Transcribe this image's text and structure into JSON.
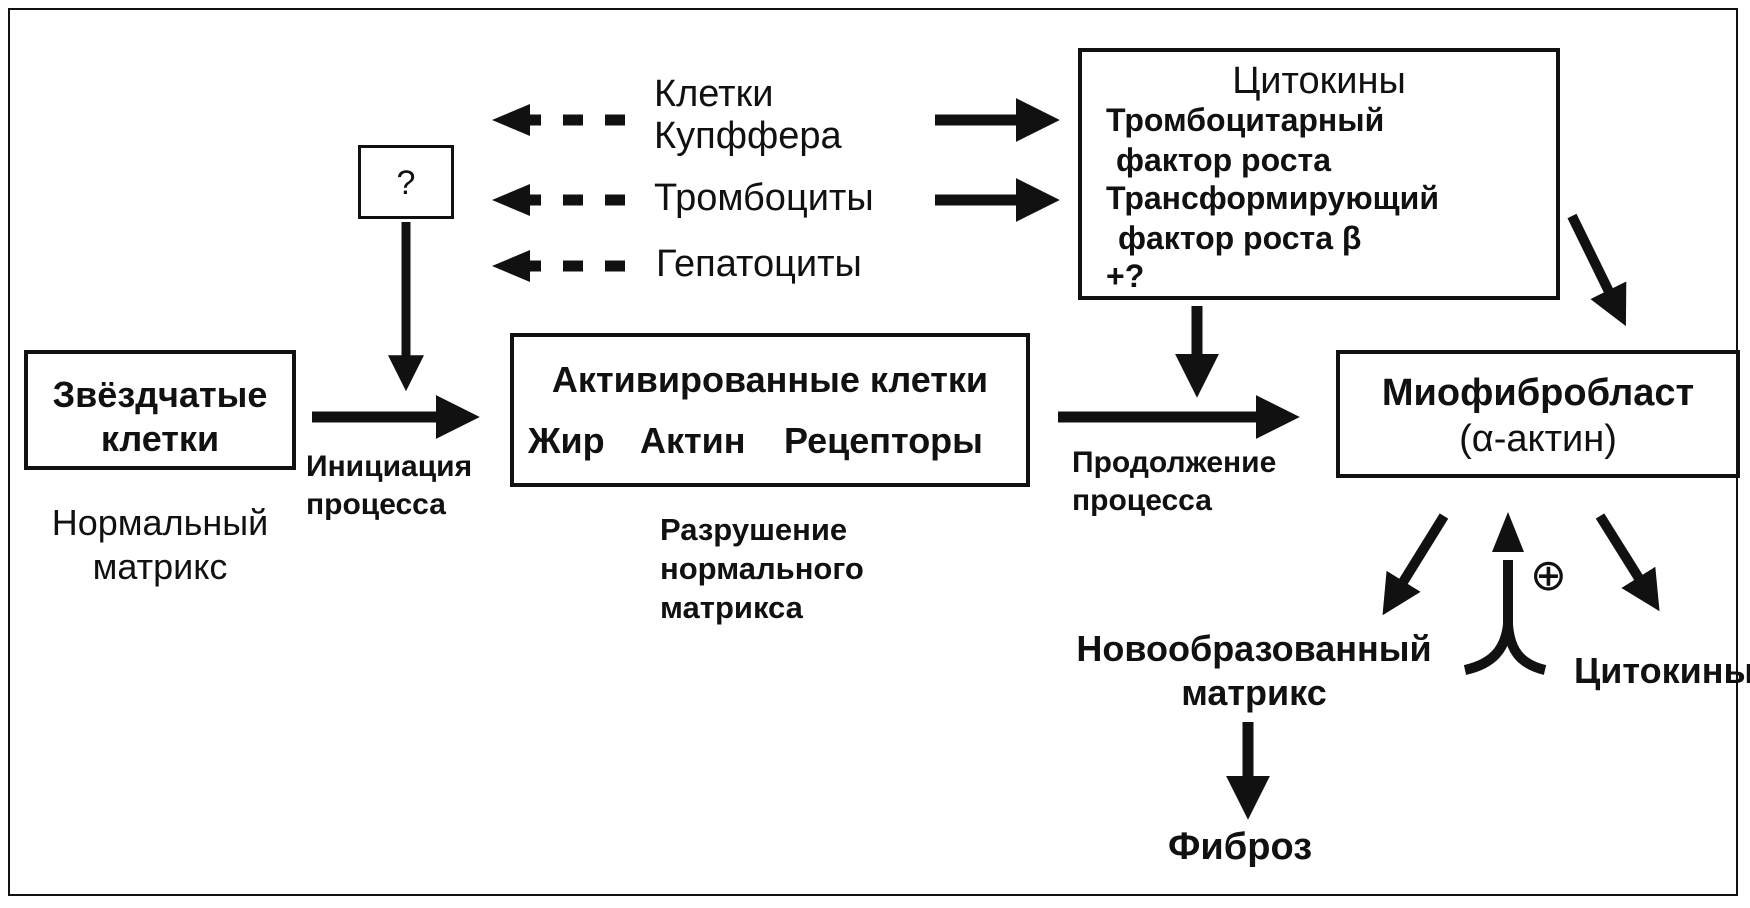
{
  "diagram": {
    "question_box": "?",
    "stellate_cells": [
      "Звёздчатые",
      "клетки"
    ],
    "normal_matrix": [
      "Нормальный",
      "матрикс"
    ],
    "initiation": [
      "Инициация",
      "процесса"
    ],
    "activated_cells": {
      "title": "Активированные клетки",
      "fat": "Жир",
      "actin": "Актин",
      "receptors": "Рецепторы"
    },
    "matrix_destruction": [
      "Разрушение",
      "нормального",
      "матрикса"
    ],
    "sources": {
      "kupffer": [
        "Клетки",
        "Купффера"
      ],
      "platelets": "Тромбоциты",
      "hepatocytes": "Гепатоциты"
    },
    "cytokines_box": {
      "title": "Цитокины",
      "lines": [
        "Тромбоцитарный",
        "фактор роста",
        "Трансформирующий",
        "фактор роста β",
        "+?"
      ]
    },
    "continuation": [
      "Продолжение",
      "процесса"
    ],
    "myofibroblast": [
      "Миофибробласт",
      "(α-актин)"
    ],
    "new_matrix": [
      "Новообразованный",
      "матрикс"
    ],
    "plus_symbol": "⊕",
    "cytokines_out": "Цитокины",
    "fibrosis": "Фиброз"
  }
}
